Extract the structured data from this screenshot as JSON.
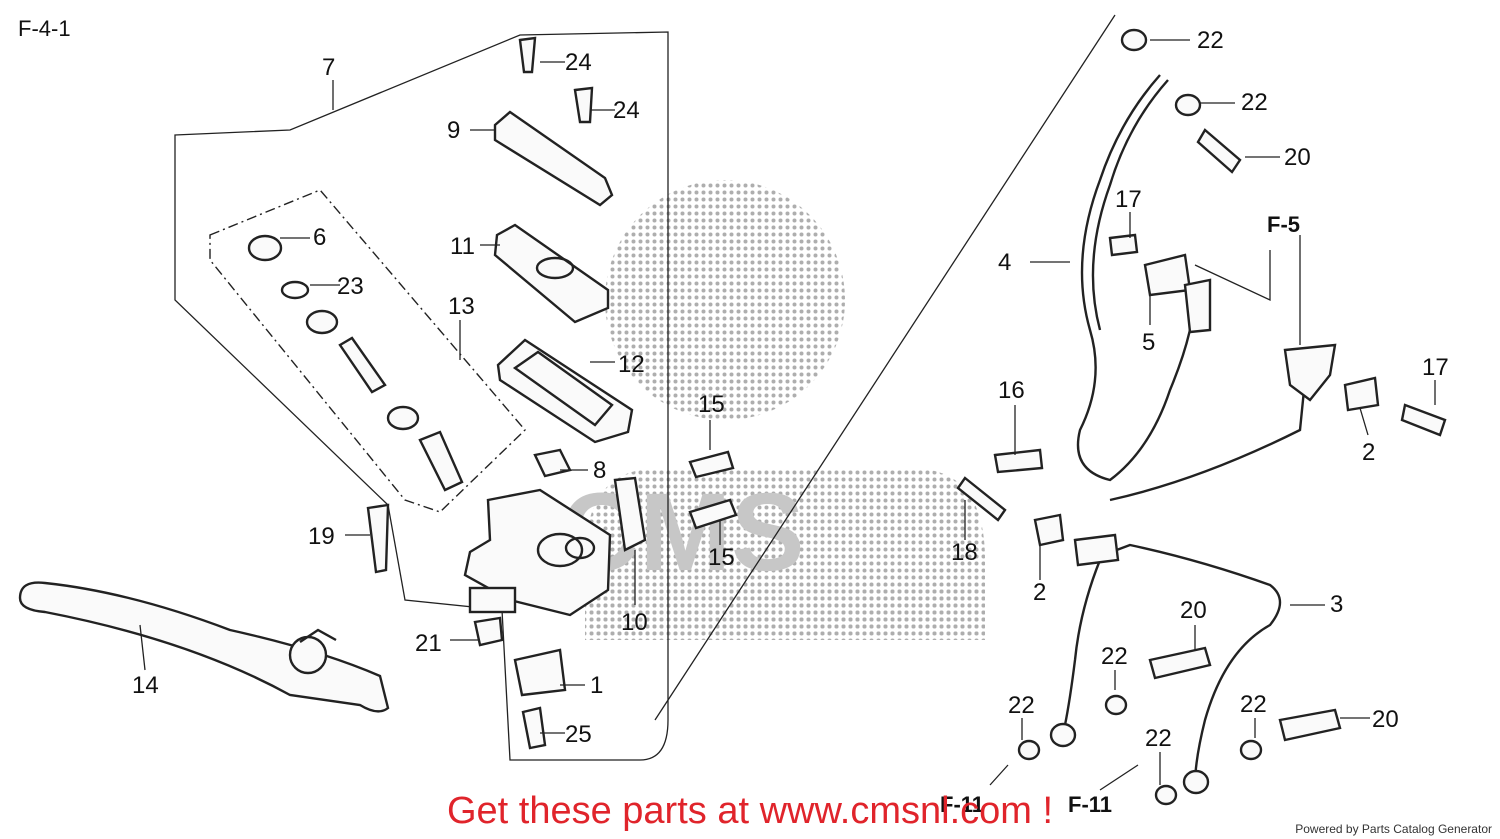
{
  "diagram_title": "F-4-1",
  "watermark": {
    "brand": "CMS",
    "color": "#9a9a9a"
  },
  "part_numbers": {
    "p1": "1",
    "p2a": "2",
    "p2b": "2",
    "p3": "3",
    "p4": "4",
    "p5": "5",
    "p6": "6",
    "p7": "7",
    "p8": "8",
    "p9": "9",
    "p10": "10",
    "p11": "11",
    "p12": "12",
    "p13": "13",
    "p14": "14",
    "p15a": "15",
    "p15b": "15",
    "p16": "16",
    "p17a": "17",
    "p17b": "17",
    "p18": "18",
    "p19": "19",
    "p20a": "20",
    "p20b": "20",
    "p20c": "20",
    "p21": "21",
    "p22a": "22",
    "p22b": "22",
    "p22c": "22",
    "p22d": "22",
    "p22e": "22",
    "p22f": "22",
    "p23": "23",
    "p24a": "24",
    "p24b": "24",
    "p25": "25"
  },
  "section_refs": {
    "f5": "F-5",
    "f11a": "F-11",
    "f11b": "F-11"
  },
  "promo_text": "Get these parts at www.cmsnl.com !",
  "credit_text": "Powered by Parts Catalog Generator",
  "colors": {
    "promo": "#e0242b",
    "lines": "#222222"
  }
}
